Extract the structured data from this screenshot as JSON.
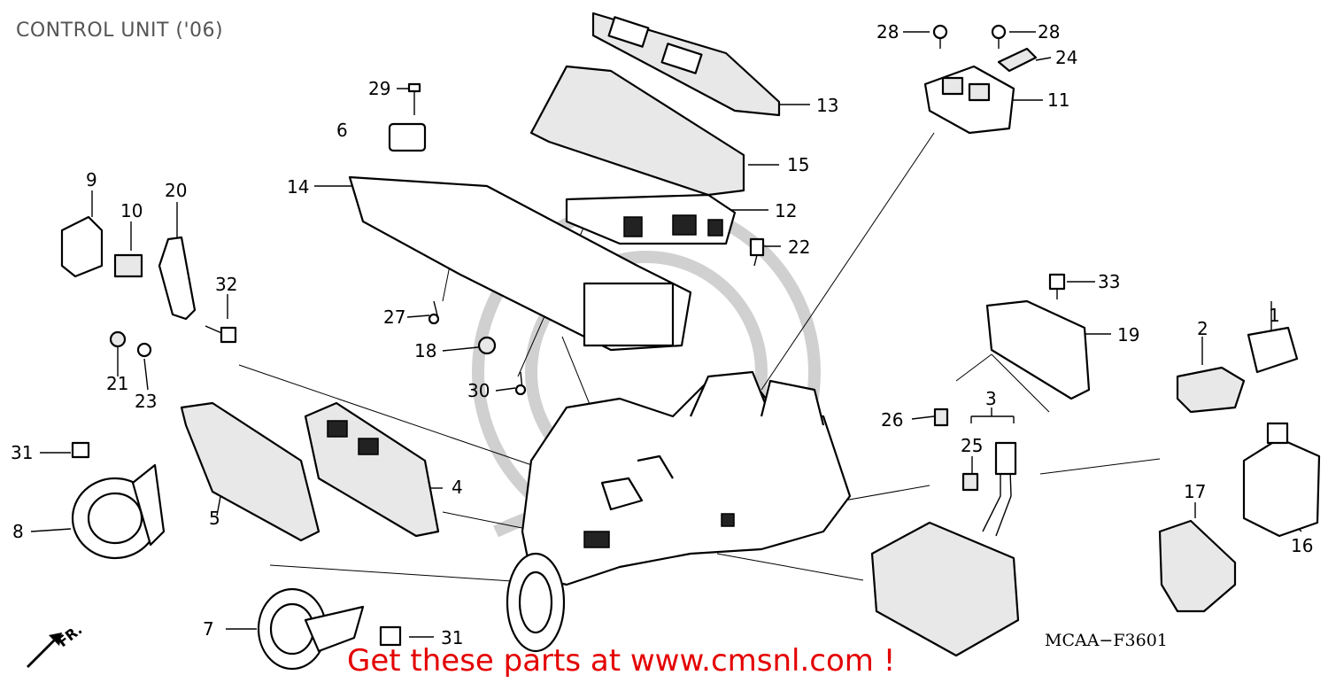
{
  "title": "CONTROL UNIT ('06)",
  "diagram_code": "MCAA−F3601",
  "promo": "Get these parts at www.cmsnl.com !",
  "direction_label": "FR.",
  "callouts": [
    "1",
    "2",
    "3",
    "4",
    "5",
    "6",
    "7",
    "8",
    "9",
    "10",
    "11",
    "12",
    "13",
    "14",
    "15",
    "16",
    "17",
    "18",
    "19",
    "20",
    "21",
    "22",
    "23",
    "24",
    "25",
    "26",
    "27",
    "28",
    "28",
    "29",
    "30",
    "31",
    "31",
    "32",
    "33"
  ],
  "colors": {
    "promo": "#e40000",
    "title": "#555555"
  }
}
